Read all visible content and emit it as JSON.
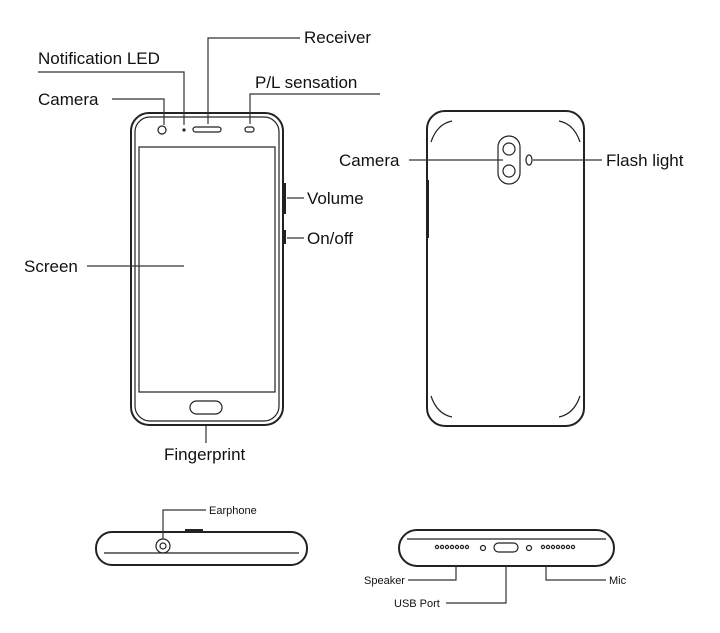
{
  "front_labels": {
    "notification_led": "Notification LED",
    "receiver": "Receiver",
    "camera": "Camera",
    "pl_sensation": "P/L sensation",
    "volume": "Volume",
    "on_off": "On/off",
    "screen": "Screen",
    "fingerprint": "Fingerprint"
  },
  "back_labels": {
    "camera": "Camera",
    "flash_light": "Flash light"
  },
  "top_labels": {
    "earphone": "Earphone"
  },
  "bottom_labels": {
    "speaker": "Speaker",
    "usb_port": "USB Port",
    "mic": "Mic"
  }
}
